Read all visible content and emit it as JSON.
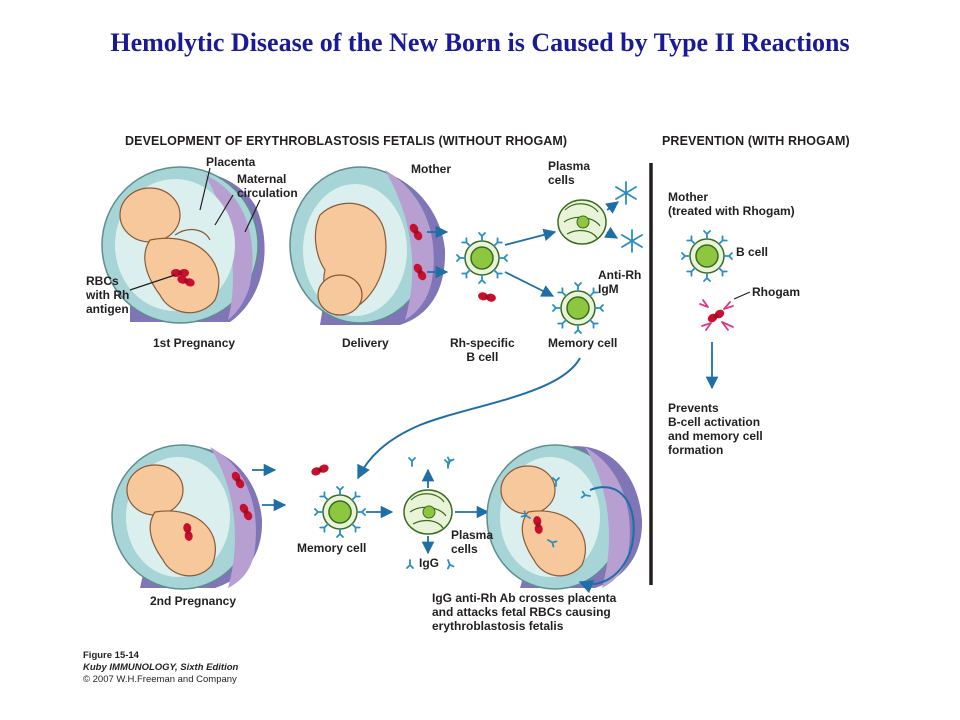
{
  "title": "Hemolytic Disease of the New Born is Caused by Type II Reactions",
  "headers": {
    "left": "DEVELOPMENT OF ERYTHROBLASTOSIS FETALIS (WITHOUT RHOGAM)",
    "right": "PREVENTION (WITH RHOGAM)"
  },
  "labels": {
    "placenta": "Placenta",
    "maternal_circulation": "Maternal\ncirculation",
    "rbcs_rh": "RBCs\nwith Rh\nantigen",
    "mother": "Mother",
    "plasma_cells_top": "Plasma\ncells",
    "anti_rh_igm": "Anti-Rh\nIgM",
    "first_pregnancy": "1st Pregnancy",
    "delivery": "Delivery",
    "rh_specific_b_cell": "Rh-specific\nB cell",
    "memory_cell_top": "Memory cell",
    "memory_cell_bottom": "Memory cell",
    "plasma_cells_bottom": "Plasma\ncells",
    "igg": "IgG",
    "second_pregnancy": "2nd Pregnancy",
    "igg_crosses": "IgG anti-Rh Ab crosses placenta\nand attacks fetal RBCs causing\nerythroblastosis fetalis",
    "mother_treated": "Mother\n(treated with Rhogam)",
    "b_cell": "B cell",
    "rhogam": "Rhogam",
    "prevents": "Prevents\nB-cell activation\nand memory cell\nformation"
  },
  "credit": {
    "figure": "Figure 15-14",
    "book": "Kuby IMMUNOLOGY, Sixth Edition",
    "copyright": "© 2007 W.H.Freeman and Company"
  },
  "colors": {
    "title": "#1a1a99",
    "arrow": "#1f6fa6",
    "cell_fill": "#8dc63f",
    "antibody": "#2a8fc0",
    "rbc": "#c8102e",
    "rhogam": "#d63c8c",
    "uterus": "#a7d4d6",
    "placenta": "#9b86c4",
    "fetus": "#f7c89b"
  }
}
